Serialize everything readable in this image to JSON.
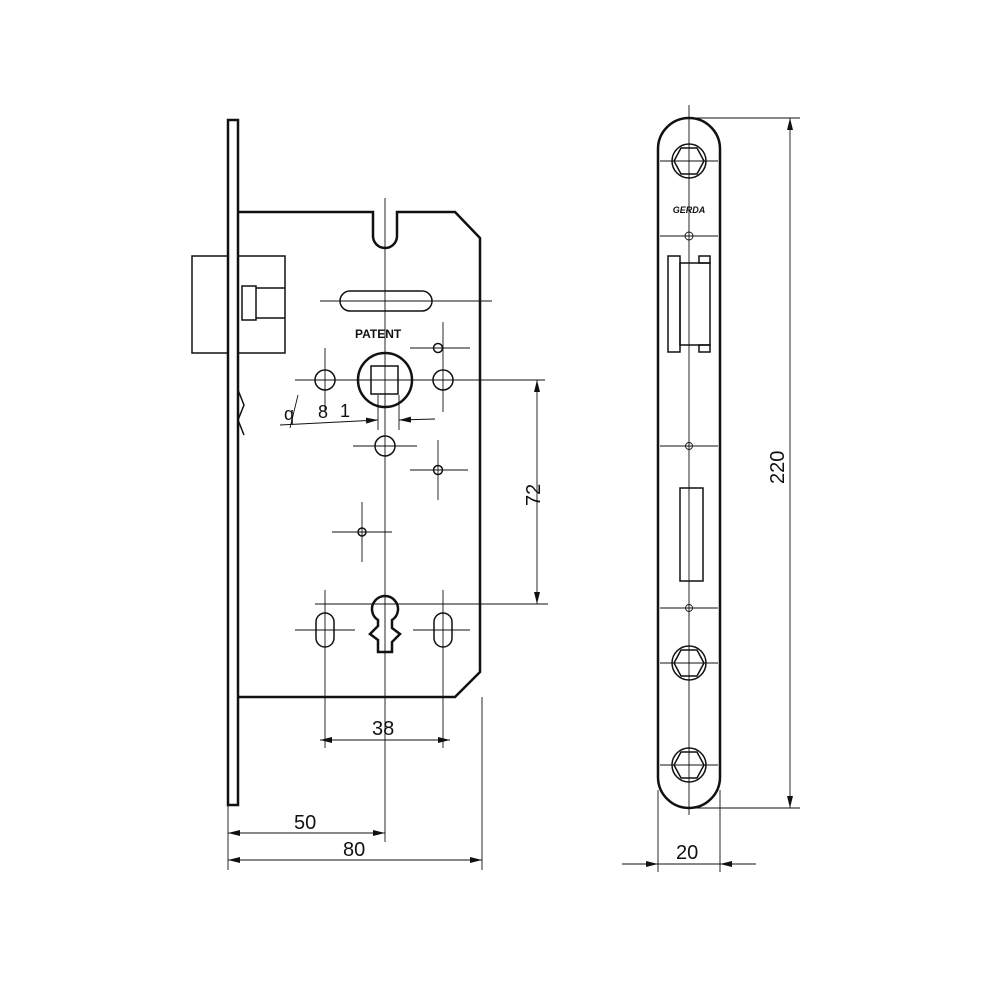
{
  "drawing": {
    "front_view": {
      "label_patent": "PATENT",
      "dim_square": {
        "prefix": "q",
        "value_a": "8",
        "value_b": "1"
      },
      "dim_distance": "72",
      "dim_hole_spacing": "38",
      "dim_backset": "50",
      "dim_depth": "80"
    },
    "side_view": {
      "brand": "GERDA",
      "dim_height": "220",
      "dim_width": "20"
    },
    "line_color": "#111111"
  }
}
